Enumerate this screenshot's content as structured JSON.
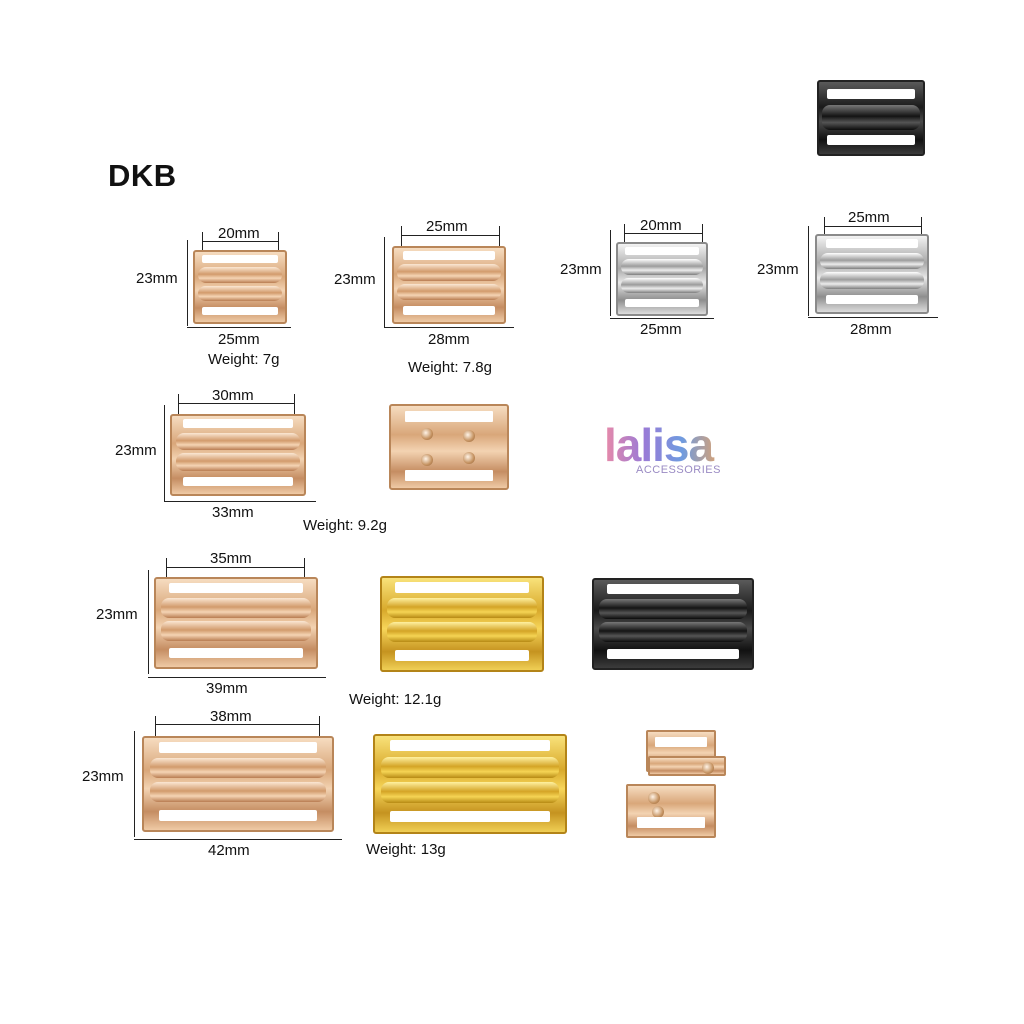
{
  "brand_code": "DKB",
  "logo": {
    "name": "lalisa",
    "sub": "ACCESSORIES",
    "colors": [
      "#e98aa8",
      "#9b7ad6",
      "#6f9be0",
      "#e2a36a"
    ]
  },
  "items": [
    {
      "id": "rg-20",
      "finish": "rose-gold",
      "inner": "20mm",
      "height": "23mm",
      "outer": "25mm",
      "weight": "Weight: 7g"
    },
    {
      "id": "rg-25",
      "finish": "rose-gold",
      "inner": "25mm",
      "height": "23mm",
      "outer": "28mm",
      "weight": "Weight: 7.8g"
    },
    {
      "id": "sv-20",
      "finish": "silver",
      "inner": "20mm",
      "height": "23mm",
      "outer": "25mm"
    },
    {
      "id": "sv-25",
      "finish": "silver",
      "inner": "25mm",
      "height": "23mm",
      "outer": "28mm"
    },
    {
      "id": "rg-30",
      "finish": "rose-gold",
      "inner": "30mm",
      "height": "23mm",
      "outer": "33mm",
      "weight": "Weight: 9.2g"
    },
    {
      "id": "rg-35",
      "finish": "rose-gold",
      "inner": "35mm",
      "height": "23mm",
      "outer": "39mm",
      "weight": "Weight: 12.1g"
    },
    {
      "id": "rg-38",
      "finish": "rose-gold",
      "inner": "38mm",
      "height": "23mm",
      "outer": "42mm",
      "weight": "Weight: 13g"
    }
  ],
  "colors": {
    "rose_gold": "#d9a77a",
    "yellow_gold": "#d8a92b",
    "silver": "#a8a8a8",
    "black": "#1a1a1a"
  }
}
